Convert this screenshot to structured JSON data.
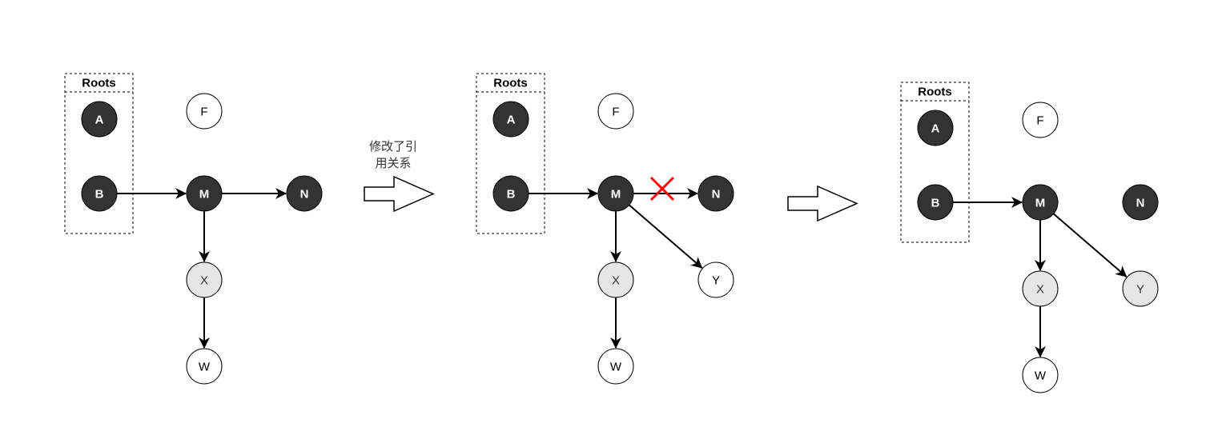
{
  "colors": {
    "root_fill": "#333333",
    "root_text": "#ffffff",
    "white_fill": "#ffffff",
    "white_text": "#000000",
    "gray_fill": "#e6e6e6",
    "gray_text": "#333333",
    "stroke": "#000000",
    "cross": "#ff0000"
  },
  "transition_label": [
    "修改了引",
    "用关系"
  ],
  "panels": [
    {
      "id": "before",
      "roots_label": "Roots",
      "nodes": [
        {
          "id": "A",
          "label": "A",
          "style": "dark"
        },
        {
          "id": "B",
          "label": "B",
          "style": "dark"
        },
        {
          "id": "F",
          "label": "F",
          "style": "white"
        },
        {
          "id": "M",
          "label": "M",
          "style": "dark"
        },
        {
          "id": "N",
          "label": "N",
          "style": "dark"
        },
        {
          "id": "X",
          "label": "X",
          "style": "gray"
        },
        {
          "id": "W",
          "label": "W",
          "style": "white"
        }
      ],
      "edges": [
        {
          "from": "B",
          "to": "M"
        },
        {
          "from": "M",
          "to": "N"
        },
        {
          "from": "M",
          "to": "X"
        },
        {
          "from": "X",
          "to": "W"
        }
      ]
    },
    {
      "id": "modified",
      "roots_label": "Roots",
      "nodes": [
        {
          "id": "A",
          "label": "A",
          "style": "dark"
        },
        {
          "id": "B",
          "label": "B",
          "style": "dark"
        },
        {
          "id": "F",
          "label": "F",
          "style": "white"
        },
        {
          "id": "M",
          "label": "M",
          "style": "dark"
        },
        {
          "id": "N",
          "label": "N",
          "style": "dark"
        },
        {
          "id": "X",
          "label": "X",
          "style": "gray"
        },
        {
          "id": "Y",
          "label": "Y",
          "style": "white"
        },
        {
          "id": "W",
          "label": "W",
          "style": "white"
        }
      ],
      "edges": [
        {
          "from": "B",
          "to": "M"
        },
        {
          "from": "M",
          "to": "N",
          "removed": true
        },
        {
          "from": "M",
          "to": "X"
        },
        {
          "from": "M",
          "to": "Y"
        },
        {
          "from": "X",
          "to": "W"
        }
      ]
    },
    {
      "id": "after",
      "roots_label": "Roots",
      "nodes": [
        {
          "id": "A",
          "label": "A",
          "style": "dark"
        },
        {
          "id": "B",
          "label": "B",
          "style": "dark"
        },
        {
          "id": "F",
          "label": "F",
          "style": "white"
        },
        {
          "id": "M",
          "label": "M",
          "style": "dark"
        },
        {
          "id": "N",
          "label": "N",
          "style": "dark"
        },
        {
          "id": "X",
          "label": "X",
          "style": "gray"
        },
        {
          "id": "Y",
          "label": "Y",
          "style": "gray"
        },
        {
          "id": "W",
          "label": "W",
          "style": "white"
        }
      ],
      "edges": [
        {
          "from": "B",
          "to": "M"
        },
        {
          "from": "M",
          "to": "X"
        },
        {
          "from": "M",
          "to": "Y"
        },
        {
          "from": "X",
          "to": "W"
        }
      ]
    }
  ]
}
